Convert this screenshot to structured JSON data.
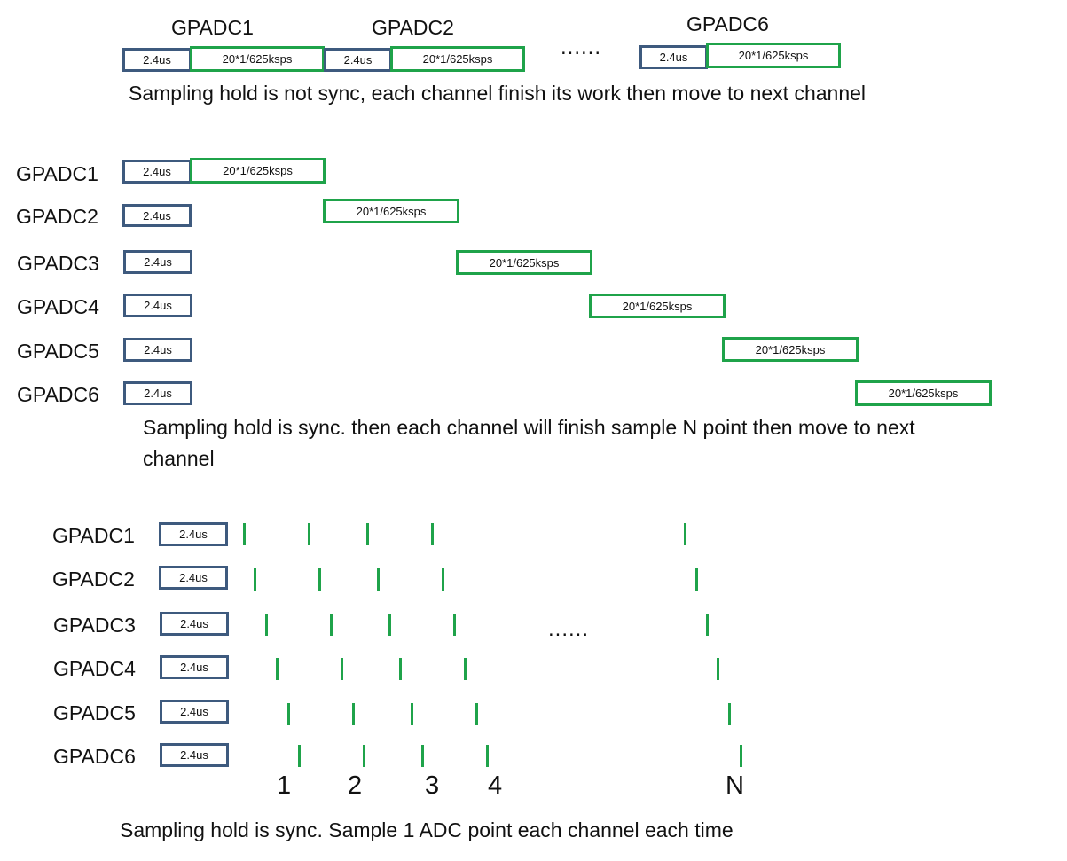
{
  "colors": {
    "hold_box_border": "#3e5a7e",
    "convert_box_border": "#1fa34a",
    "tick": "#1fa34a"
  },
  "section1": {
    "labels": [
      "GPADC1",
      "GPADC2",
      "GPADC6"
    ],
    "hold": "2.4us",
    "convert": "20*1/625ksps",
    "ellipsis": "......",
    "caption": "Sampling hold is not sync, each channel finish its work then move to next channel"
  },
  "section2": {
    "channels": [
      "GPADC1",
      "GPADC2",
      "GPADC3",
      "GPADC4",
      "GPADC5",
      "GPADC6"
    ],
    "hold": "2.4us",
    "convert": "20*1/625ksps",
    "caption_line1": "Sampling hold is sync. then each channel will finish sample N point then move to next",
    "caption_line2": "channel"
  },
  "section3": {
    "channels": [
      "GPADC1",
      "GPADC2",
      "GPADC3",
      "GPADC4",
      "GPADC5",
      "GPADC6"
    ],
    "hold": "2.4us",
    "ellipsis": "......",
    "sample_labels": [
      "1",
      "2",
      "3",
      "4",
      "N"
    ],
    "caption": "Sampling hold is sync. Sample 1 ADC point each channel each time"
  }
}
